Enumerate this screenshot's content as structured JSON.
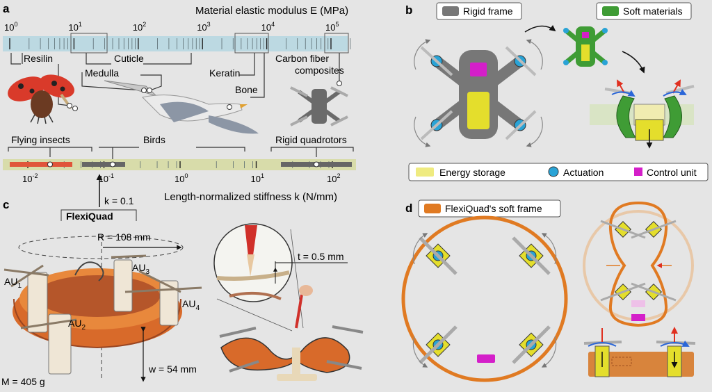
{
  "panels": {
    "a": "a",
    "b": "b",
    "c": "c",
    "d": "d"
  },
  "colors": {
    "background": "#e5e5e5",
    "modulus_bar": "#bcd9e2",
    "stiffness_bar": "#d8dcaa",
    "insects_bar": "#e0553a",
    "rigid_frame": "#777777",
    "soft_materials": "#3f9c35",
    "energy_storage": "#e4de2c",
    "actuation": "#29a3d6",
    "control_unit": "#d41fc9",
    "soft_frame": "#e07a22"
  },
  "panel_a": {
    "modulus_axis": {
      "title": "Material elastic modulus E (MPa)",
      "ticks": [
        {
          "base": "10",
          "exp": "0",
          "value": 1
        },
        {
          "base": "10",
          "exp": "1",
          "value": 10
        },
        {
          "base": "10",
          "exp": "2",
          "value": 100
        },
        {
          "base": "10",
          "exp": "3",
          "value": 1000
        },
        {
          "base": "10",
          "exp": "4",
          "value": 10000
        },
        {
          "base": "10",
          "exp": "5",
          "value": 100000
        }
      ]
    },
    "materials": [
      "Resilin",
      "Cuticle",
      "Medulla",
      "Keratin",
      "Bone",
      "Carbon fiber",
      "composites"
    ],
    "stiffness_axis": {
      "title": "Length-normalized stiffness k (N/mm)",
      "ticks": [
        {
          "base": "10",
          "exp": "-2",
          "value": 0.01
        },
        {
          "base": "10",
          "exp": "-1",
          "value": 0.1
        },
        {
          "base": "10",
          "exp": "0",
          "value": 1
        },
        {
          "base": "10",
          "exp": "1",
          "value": 10
        },
        {
          "base": "10",
          "exp": "2",
          "value": 100
        }
      ]
    },
    "groups": [
      "Flying insects",
      "Birds",
      "Rigid quadrotors"
    ],
    "marker": "k = 0.1",
    "marker_name": "FlexiQuad"
  },
  "panel_b": {
    "rigid_label": "Rigid frame",
    "soft_label": "Soft materials",
    "legend": [
      "Energy storage",
      "Actuation",
      "Control unit"
    ]
  },
  "panel_c": {
    "radius": "R = 108 mm",
    "thickness": "t = 0.5 mm",
    "width": "w = 54 mm",
    "mass": "M = 405 g",
    "units": [
      {
        "base": "AU",
        "sub": "1"
      },
      {
        "base": "AU",
        "sub": "2"
      },
      {
        "base": "AU",
        "sub": "3"
      },
      {
        "base": "AU",
        "sub": "4"
      }
    ]
  },
  "panel_d": {
    "label": "FlexiQuad's soft frame"
  }
}
